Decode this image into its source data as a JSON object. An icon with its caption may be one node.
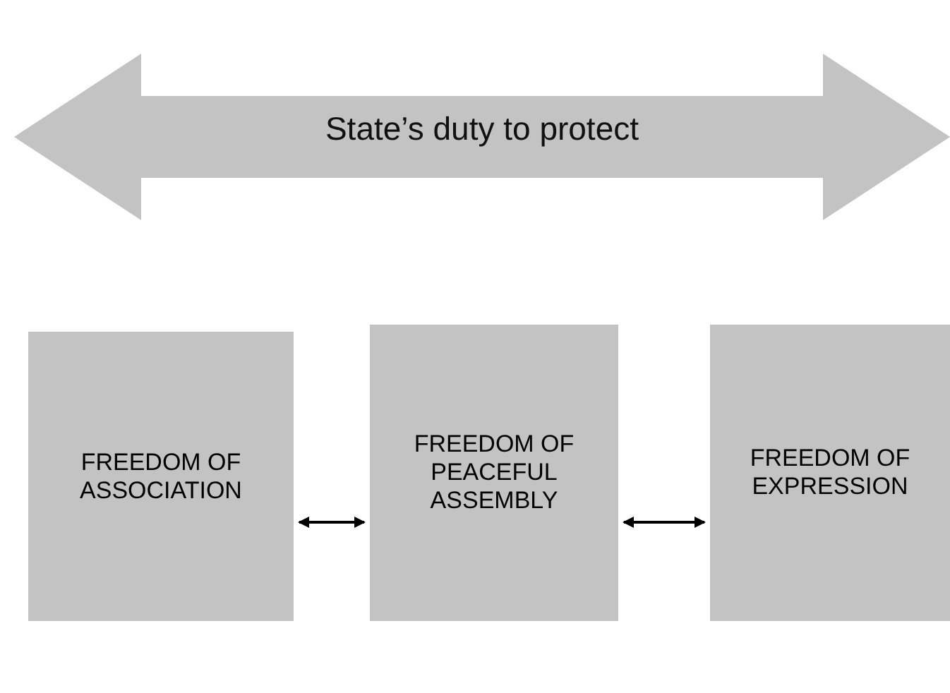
{
  "diagram": {
    "nodes": [
      {
        "text": [
          "State’s duty to protect"
        ]
      },
      {
        "text": [
          "FREEDOM OF ASSOCIATION"
        ]
      },
      {
        "text": [
          "FREEDOM OF PEACEFUL ASSEMBLY"
        ]
      },
      {
        "text": [
          "FREEDOM OF EXPRESSION"
        ]
      }
    ],
    "edges": [
      {
        "from": 1,
        "to": 2,
        "arrow": "both"
      },
      {
        "from": 2,
        "to": 3,
        "arrow": "both"
      }
    ]
  }
}
